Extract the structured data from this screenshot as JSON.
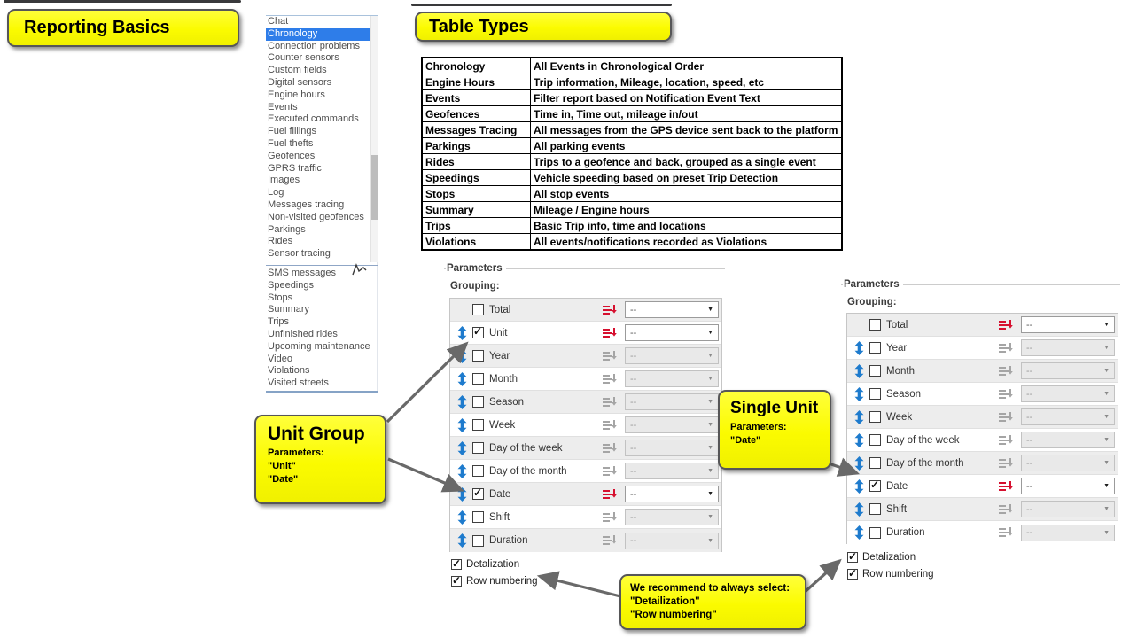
{
  "colors": {
    "selection_blue": "#2e7de9",
    "move_arrow_blue": "#1e7bcd",
    "sort_active_red": "#d6102f",
    "callout_yellow": "#fbfb00"
  },
  "callouts": {
    "reporting_basics": {
      "title": "Reporting Basics"
    },
    "table_types": {
      "title": "Table Types"
    },
    "unit_group": {
      "title": "Unit Group",
      "subtitle": "Parameters:",
      "lines": [
        "\"Unit\"",
        "\"Date\""
      ]
    },
    "single_unit": {
      "title": "Single Unit",
      "subtitle": "Parameters:",
      "lines": [
        "\"Date\""
      ]
    },
    "recommend": {
      "lines": [
        "We recommend to always select:",
        "\"Detailization\"",
        "\"Row numbering\""
      ]
    }
  },
  "report_lists": {
    "first": [
      {
        "label": "Chat"
      },
      {
        "label": "Chronology",
        "selected": true
      },
      {
        "label": "Connection problems"
      },
      {
        "label": "Counter sensors"
      },
      {
        "label": "Custom fields"
      },
      {
        "label": "Digital sensors"
      },
      {
        "label": "Engine hours"
      },
      {
        "label": "Events"
      },
      {
        "label": "Executed commands"
      },
      {
        "label": "Fuel fillings"
      },
      {
        "label": "Fuel thefts"
      },
      {
        "label": "Geofences"
      },
      {
        "label": "GPRS traffic"
      },
      {
        "label": "Images"
      },
      {
        "label": "Log"
      },
      {
        "label": "Messages tracing"
      },
      {
        "label": "Non-visited geofences"
      },
      {
        "label": "Parkings"
      },
      {
        "label": "Rides"
      },
      {
        "label": "Sensor tracing"
      }
    ],
    "second": [
      {
        "label": "SMS messages"
      },
      {
        "label": "Speedings"
      },
      {
        "label": "Stops"
      },
      {
        "label": "Summary"
      },
      {
        "label": "Trips"
      },
      {
        "label": "Unfinished rides"
      },
      {
        "label": "Upcoming maintenance"
      },
      {
        "label": "Video"
      },
      {
        "label": "Violations"
      },
      {
        "label": "Visited streets"
      }
    ]
  },
  "table_types_table": {
    "rows": [
      {
        "name": "Chronology",
        "desc": "All Events in Chronological Order"
      },
      {
        "name": "Engine Hours",
        "desc": "Trip information, Mileage, location, speed, etc"
      },
      {
        "name": "Events",
        "desc": "Filter report based on Notification Event Text"
      },
      {
        "name": "Geofences",
        "desc": "Time in, Time out, mileage in/out"
      },
      {
        "name": "Messages Tracing",
        "desc": "All messages from the GPS device sent back to the platform"
      },
      {
        "name": "Parkings",
        "desc": "All parking events"
      },
      {
        "name": "Rides",
        "desc": "Trips to a geofence and back, grouped as a single event"
      },
      {
        "name": "Speedings",
        "desc": "Vehicle speeding based on preset Trip Detection"
      },
      {
        "name": "Stops",
        "desc": "All stop events"
      },
      {
        "name": "Summary",
        "desc": "Mileage / Engine hours"
      },
      {
        "name": "Trips",
        "desc": "Basic Trip info, time and locations"
      },
      {
        "name": "Violations",
        "desc": "All events/notifications recorded as Violations"
      }
    ]
  },
  "panels": {
    "unit_group_panel": {
      "title": "Parameters",
      "grouping_label": "Grouping:",
      "rows": [
        {
          "label": "Total",
          "checked": false,
          "active": true,
          "movable": false,
          "value": "--"
        },
        {
          "label": "Unit",
          "checked": true,
          "active": true,
          "movable": true,
          "value": "--"
        },
        {
          "label": "Year",
          "checked": false,
          "active": false,
          "movable": true,
          "value": "--"
        },
        {
          "label": "Month",
          "checked": false,
          "active": false,
          "movable": true,
          "value": "--"
        },
        {
          "label": "Season",
          "checked": false,
          "active": false,
          "movable": true,
          "value": "--"
        },
        {
          "label": "Week",
          "checked": false,
          "active": false,
          "movable": true,
          "value": "--"
        },
        {
          "label": "Day of the week",
          "checked": false,
          "active": false,
          "movable": true,
          "value": "--"
        },
        {
          "label": "Day of the month",
          "checked": false,
          "active": false,
          "movable": true,
          "value": "--"
        },
        {
          "label": "Date",
          "checked": true,
          "active": true,
          "movable": true,
          "value": "--"
        },
        {
          "label": "Shift",
          "checked": false,
          "active": false,
          "movable": true,
          "value": "--"
        },
        {
          "label": "Duration",
          "checked": false,
          "active": false,
          "movable": true,
          "value": "--"
        }
      ],
      "checkboxes": [
        {
          "label": "Detalization",
          "checked": true
        },
        {
          "label": "Row numbering",
          "checked": true
        }
      ]
    },
    "single_unit_panel": {
      "title": "Parameters",
      "grouping_label": "Grouping:",
      "rows": [
        {
          "label": "Total",
          "checked": false,
          "active": true,
          "movable": false,
          "value": "--"
        },
        {
          "label": "Year",
          "checked": false,
          "active": false,
          "movable": true,
          "value": "--"
        },
        {
          "label": "Month",
          "checked": false,
          "active": false,
          "movable": true,
          "value": "--"
        },
        {
          "label": "Season",
          "checked": false,
          "active": false,
          "movable": true,
          "value": "--"
        },
        {
          "label": "Week",
          "checked": false,
          "active": false,
          "movable": true,
          "value": "--"
        },
        {
          "label": "Day of the week",
          "checked": false,
          "active": false,
          "movable": true,
          "value": "--"
        },
        {
          "label": "Day of the month",
          "checked": false,
          "active": false,
          "movable": true,
          "value": "--"
        },
        {
          "label": "Date",
          "checked": true,
          "active": true,
          "movable": true,
          "value": "--"
        },
        {
          "label": "Shift",
          "checked": false,
          "active": false,
          "movable": true,
          "value": "--"
        },
        {
          "label": "Duration",
          "checked": false,
          "active": false,
          "movable": true,
          "value": "--"
        }
      ],
      "checkboxes": [
        {
          "label": "Detalization",
          "checked": true
        },
        {
          "label": "Row numbering",
          "checked": true
        }
      ]
    }
  }
}
